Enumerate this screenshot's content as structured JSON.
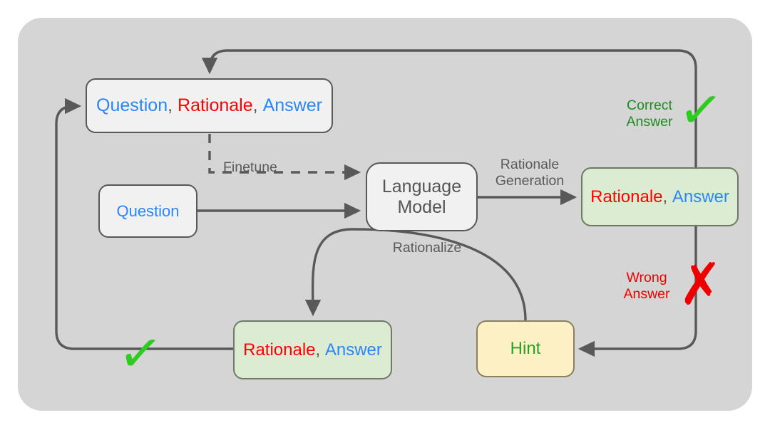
{
  "diagram": {
    "title": "STaR bootstrapping loop",
    "panel_color": "#d5d5d5",
    "colors": {
      "question_blue": "#2a86f5",
      "rationale_red": "#ff0000",
      "answer_blue": "#2a86f5",
      "correct_green": "#1f8a1f",
      "wrong_red": "#ee0000",
      "check_green": "#2ecc1e",
      "cross_red": "#ee0000",
      "wire_gray": "#595959",
      "node_gray_fill": "#f1f1f1",
      "node_green_fill": "#dcecd2",
      "node_yellow_fill": "#fdf0c4"
    }
  },
  "nodes": {
    "qra": {
      "name": "question-rationale-answer-box",
      "parts": [
        {
          "text": "Question",
          "color": "blue"
        },
        {
          "text": ", ",
          "color": "sep"
        },
        {
          "text": "Rationale",
          "color": "red"
        },
        {
          "text": ", ",
          "color": "sep"
        },
        {
          "text": "Answer",
          "color": "blue"
        }
      ]
    },
    "question": {
      "name": "question-box",
      "parts": [
        {
          "text": "Question",
          "color": "blue"
        }
      ]
    },
    "language_model": {
      "name": "language-model-box",
      "line1": "Language",
      "line2": "Model"
    },
    "rationale_answer_right": {
      "name": "rationale-answer-generated-box",
      "parts": [
        {
          "text": "Rationale",
          "color": "red"
        },
        {
          "text": ", ",
          "color": "sep"
        },
        {
          "text": "Answer",
          "color": "blue"
        }
      ]
    },
    "rationale_answer_bottom": {
      "name": "rationale-answer-rationalized-box",
      "parts": [
        {
          "text": "Rationale",
          "color": "red"
        },
        {
          "text": ", ",
          "color": "sep"
        },
        {
          "text": "Answer",
          "color": "blue"
        }
      ]
    },
    "hint": {
      "name": "hint-box",
      "parts": [
        {
          "text": "Hint",
          "color": "green"
        }
      ]
    }
  },
  "edge_labels": {
    "finetune": "Finetune",
    "rationale_generation": "Rationale\nGeneration",
    "rationalize": "Rationalize",
    "correct_answer": "Correct\nAnswer",
    "wrong_answer": "Wrong\nAnswer"
  },
  "marks": {
    "check_top_right": "✓",
    "check_bottom_left": "✓",
    "cross_right": "✗"
  }
}
